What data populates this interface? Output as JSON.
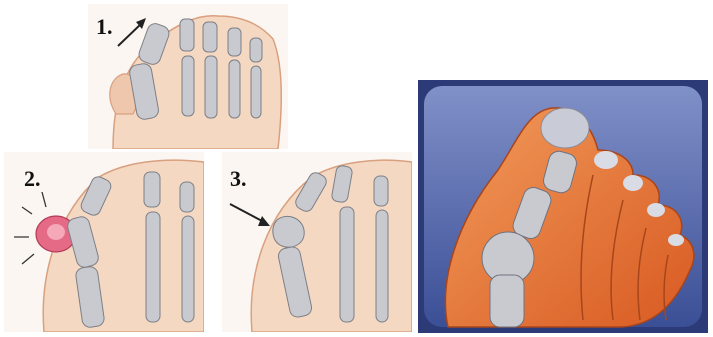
{
  "panels": [
    {
      "label": "1."
    },
    {
      "label": "2."
    },
    {
      "label": "3."
    }
  ],
  "colors": {
    "skin_light": "#f4d8c2",
    "skin_edge": "#d9a07f",
    "bone": "#c9cacf",
    "bone_edge": "#7d7f86",
    "inflamed": "#e46a86",
    "photo_bg": "#4f63a6",
    "photo_skin": "#e97a3d"
  }
}
